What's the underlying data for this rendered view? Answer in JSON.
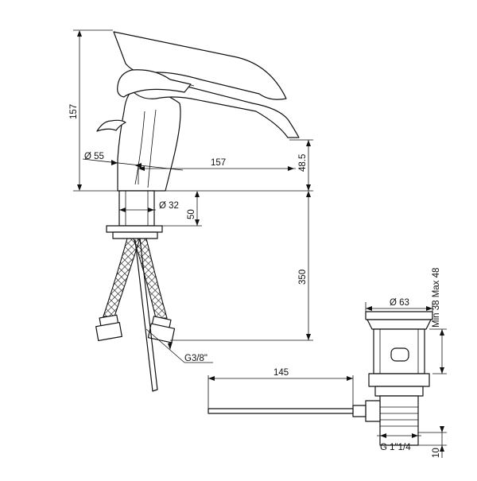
{
  "dimensions": {
    "height_total": "157",
    "spout_height": "48.5",
    "body_diameter": "Ø 55",
    "spout_reach": "157",
    "shank_diameter": "Ø 32",
    "shank_length": "50",
    "hose_length": "350",
    "hose_thread": "G3/8\"",
    "waste_diameter": "Ø 63",
    "waste_range": "Min 38 Max 48",
    "rod_length": "145",
    "waste_thread": "G 1\"1/4",
    "thread_length": "10"
  }
}
